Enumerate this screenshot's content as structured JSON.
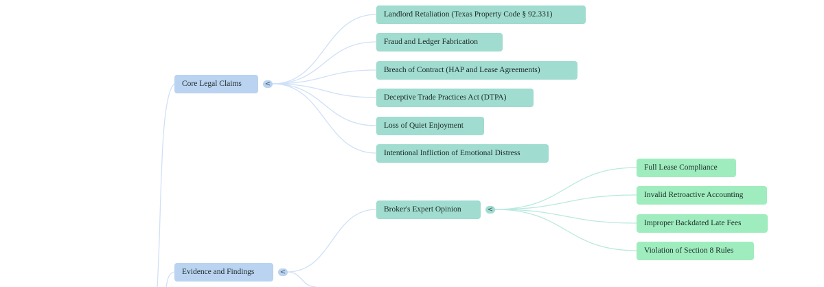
{
  "mindmap": {
    "branches": [
      {
        "label": "Core Legal Claims",
        "collapse_icon": "<",
        "children": [
          {
            "label": "Landlord Retaliation (Texas Property Code § 92.331)"
          },
          {
            "label": "Fraud and Ledger Fabrication"
          },
          {
            "label": "Breach of Contract (HAP and Lease Agreements)"
          },
          {
            "label": "Deceptive Trade Practices Act (DTPA)"
          },
          {
            "label": "Loss of Quiet Enjoyment"
          },
          {
            "label": "Intentional Infliction of Emotional Distress"
          }
        ]
      },
      {
        "label": "Evidence and Findings",
        "collapse_icon": "<",
        "children": [
          {
            "label": "Broker's Expert Opinion",
            "collapse_icon": "<",
            "children": [
              {
                "label": "Full Lease Compliance"
              },
              {
                "label": "Invalid Retroactive Accounting"
              },
              {
                "label": "Improper Backdated Late Fees"
              },
              {
                "label": "Violation of Section 8 Rules"
              }
            ]
          }
        ]
      }
    ]
  },
  "colors": {
    "level1_node": "#b9d3f0",
    "level2_node": "#a0dccf",
    "level3_node": "#9fedbe",
    "level1_edge": "#cfe0f7",
    "level2_edge": "#b9e9df"
  }
}
